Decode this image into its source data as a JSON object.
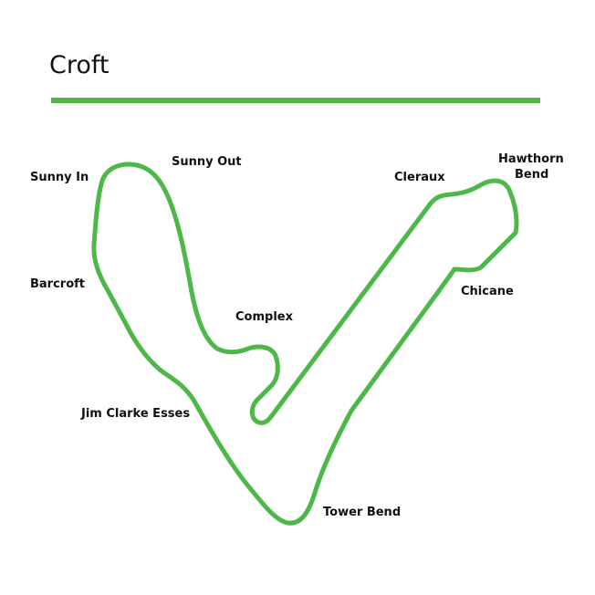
{
  "title": "Croft",
  "accent_color": "#4db848",
  "corners": {
    "sunny_in": "Sunny In",
    "sunny_out": "Sunny Out",
    "barcroft": "Barcroft",
    "complex": "Complex",
    "jim_clarke_esses": "Jim Clarke Esses",
    "tower_bend": "Tower Bend",
    "chicane": "Chicane",
    "cleraux": "Cleraux",
    "hawthorn_bend_1": "Hawthorn",
    "hawthorn_bend_2": "Bend"
  }
}
